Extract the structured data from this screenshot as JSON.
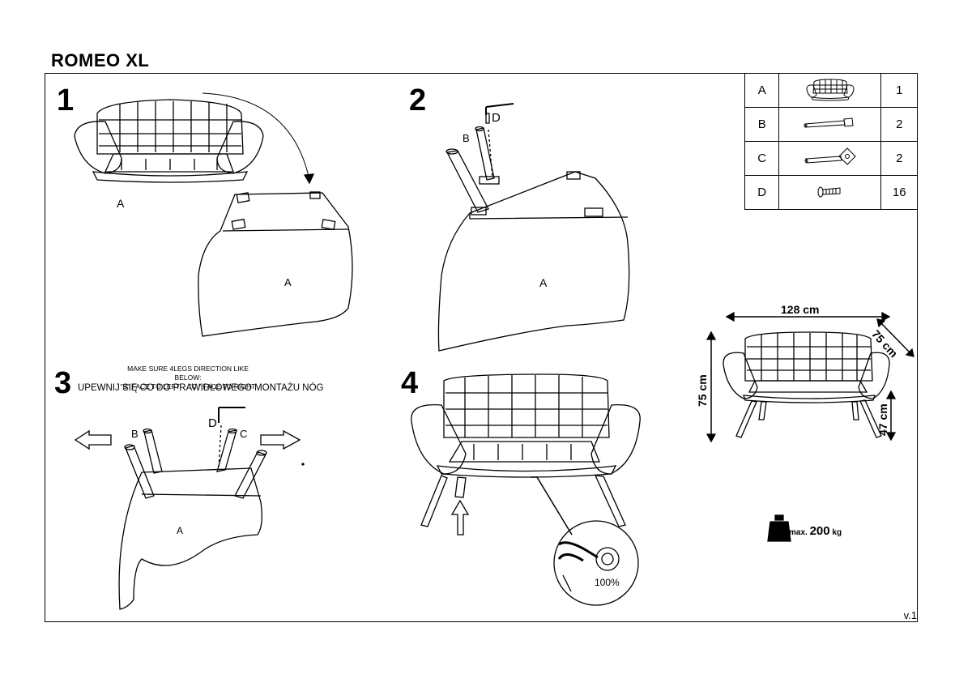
{
  "document": {
    "title": "ROMEO XL",
    "version": "v.1"
  },
  "steps": [
    {
      "number": "1",
      "labels": [
        "A",
        "A"
      ]
    },
    {
      "number": "2",
      "labels": [
        "B",
        "D",
        "A"
      ]
    },
    {
      "number": "3",
      "labels": [
        "B",
        "D",
        "C",
        "A"
      ],
      "note_en_line1": "MAKE SURE 4LEGS DIRECTION LIKE BELOW:",
      "note_en_line2": "\"B\" FACE TO LEFT     \"C \" FACE TO RIGHT",
      "note_pl": "UPEWNIJ SIĘ CO DO PRAWIDŁOWEGO MONTAŻU NÓG"
    },
    {
      "number": "4",
      "percent": "100%"
    }
  ],
  "parts_table": [
    {
      "key": "A",
      "icon": "sofa-icon",
      "qty": "1"
    },
    {
      "key": "B",
      "icon": "leg-icon",
      "qty": "2"
    },
    {
      "key": "C",
      "icon": "leg-with-plate-icon",
      "qty": "2"
    },
    {
      "key": "D",
      "icon": "bolt-icon",
      "qty": "16"
    }
  ],
  "dimensions": {
    "width": "128 cm",
    "depth": "75 cm",
    "height": "75 cm",
    "seat_height": "47 cm"
  },
  "max_load": {
    "prefix": "max.",
    "value": "200",
    "unit": "kg"
  }
}
